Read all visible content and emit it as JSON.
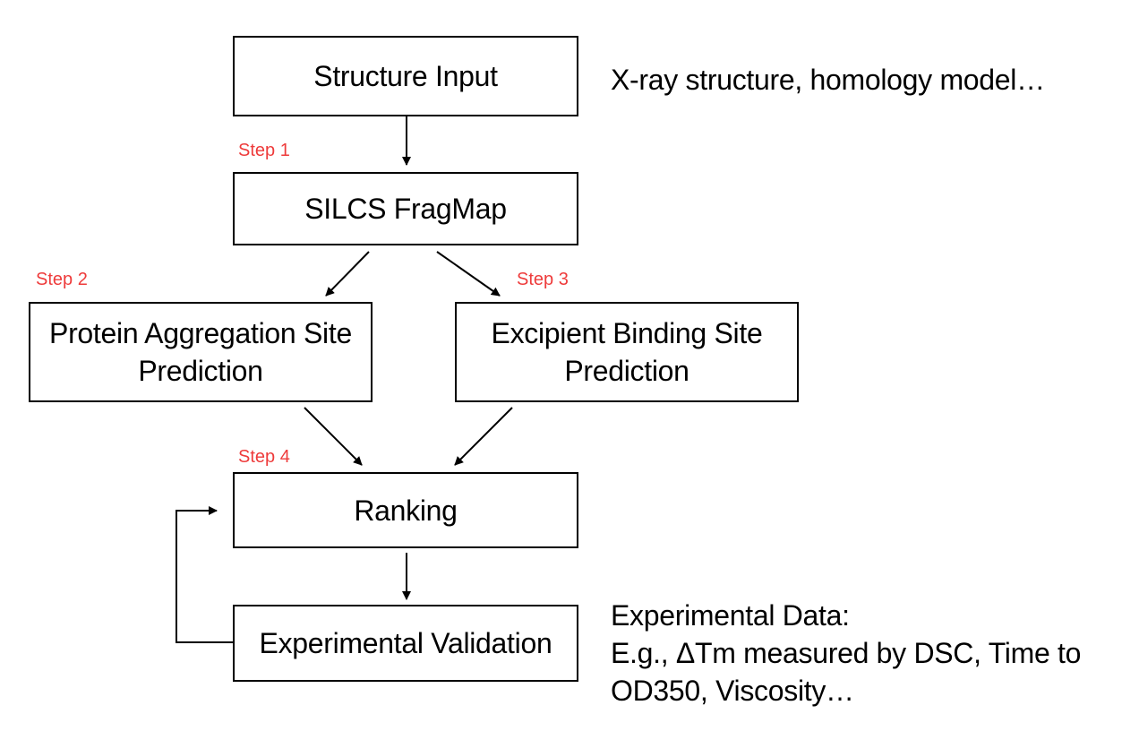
{
  "nodes": {
    "structure_input": {
      "lines": [
        "Structure Input"
      ]
    },
    "silcs_fragmap": {
      "lines": [
        "SILCS FragMap"
      ]
    },
    "protein_aggregation": {
      "lines": [
        "Protein Aggregation Site",
        "Prediction"
      ]
    },
    "excipient_binding": {
      "lines": [
        "Excipient Binding Site",
        "Prediction"
      ]
    },
    "ranking": {
      "lines": [
        "Ranking"
      ]
    },
    "experimental_validation": {
      "lines": [
        "Experimental Validation"
      ]
    }
  },
  "steps": {
    "step1": "Step 1",
    "step2": "Step 2",
    "step3": "Step 3",
    "step4": "Step 4"
  },
  "notes": {
    "input_examples": "X-ray structure, homology model…",
    "experimental_data": [
      "Experimental Data:",
      "E.g., ΔTm measured by DSC, Time to",
      "OD350, Viscosity…"
    ]
  },
  "colors": {
    "step_label": "#ee3b3b",
    "border": "#000000",
    "text": "#000000"
  }
}
